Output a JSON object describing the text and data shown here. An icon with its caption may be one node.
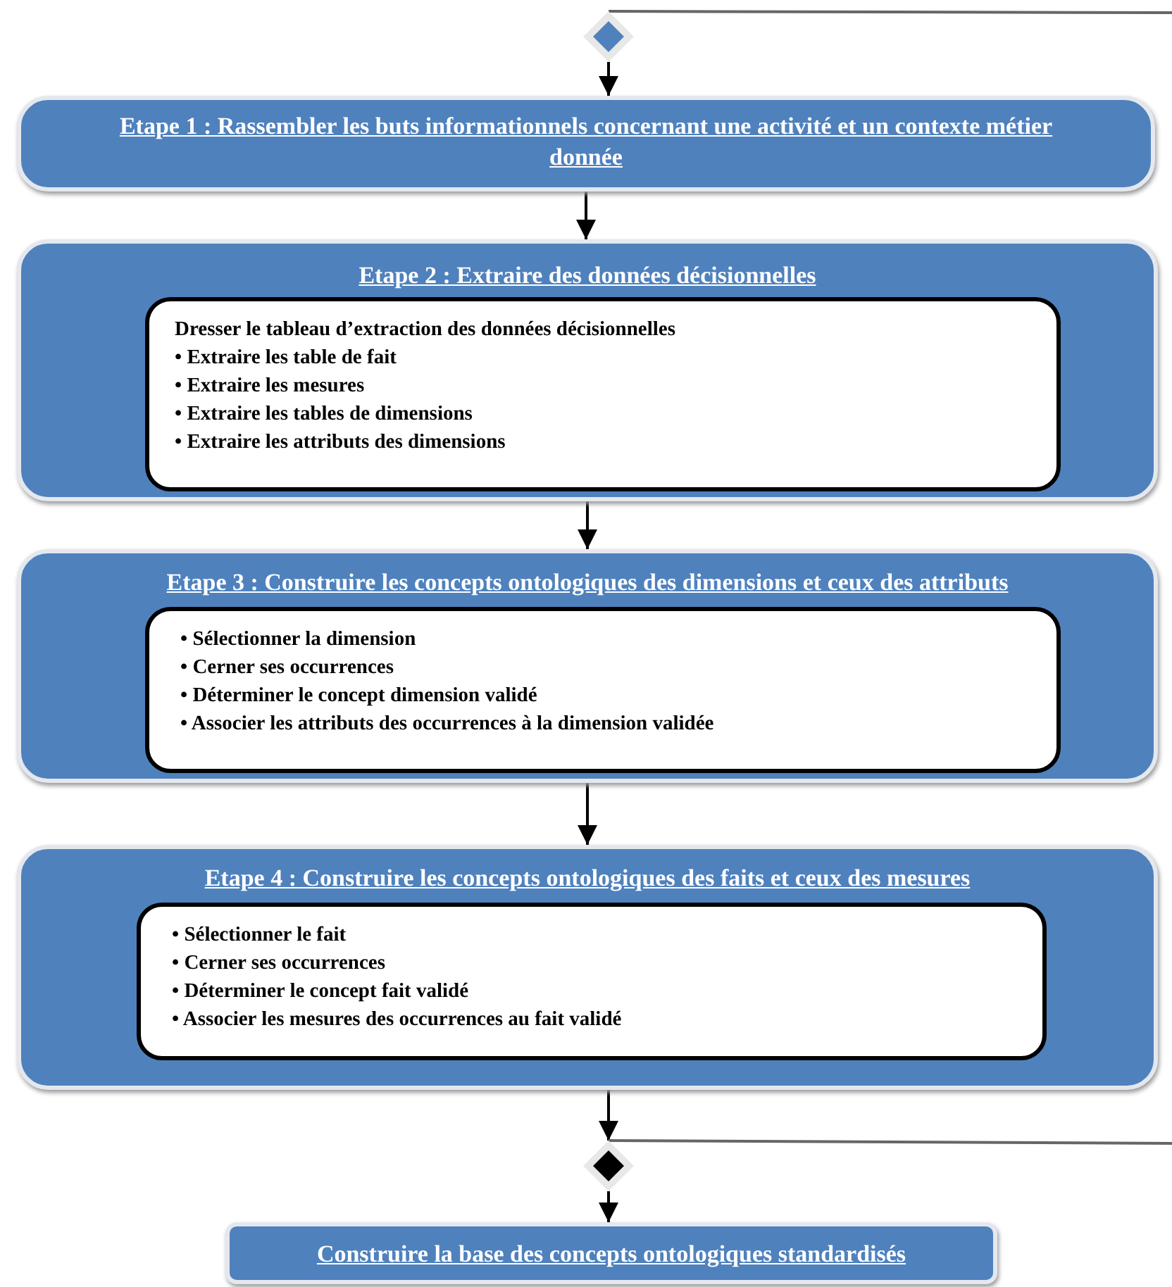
{
  "diagram": {
    "nodes": [
      {
        "text": [],
        "shape": "diamond"
      },
      {
        "text": [
          "Etape 1 : Rassembler les buts informationnels concernant une activité et un contexte métier donnée"
        ]
      },
      {
        "text": [
          "Etape 2 : Extraire des données décisionnelles"
        ]
      },
      {
        "text": [
          "Dresser le tableau d’extraction des données décisionnelles",
          "• Extraire les table de fait",
          "• Extraire les mesures",
          "• Extraire les tables de dimensions",
          "• Extraire les attributs des dimensions"
        ],
        "in": 2
      },
      {
        "text": [
          "Etape 3 : Construire les concepts ontologiques des dimensions et ceux des attributs"
        ]
      },
      {
        "text": [
          "• Sélectionner la dimension",
          "• Cerner ses occurrences",
          "• Déterminer le concept dimension validé",
          "• Associer les attributs des occurrences à la dimension validée"
        ],
        "in": 4
      },
      {
        "text": [
          "Etape 4 : Construire les concepts ontologiques des faits et ceux des mesures"
        ]
      },
      {
        "text": [
          "• Sélectionner le fait",
          "• Cerner ses occurrences",
          "• Déterminer le concept fait validé",
          "• Associer les mesures des occurrences au fait validé"
        ],
        "in": 6
      },
      {
        "text": [],
        "shape": "diamond"
      },
      {
        "text": [
          "Construire la base des concepts ontologiques standardisés"
        ]
      }
    ],
    "edges": [
      {
        "from": null,
        "to": 0,
        "arrow": "none",
        "color": "#666666"
      },
      {
        "from": 0,
        "to": 1,
        "arrow": "to"
      },
      {
        "from": 1,
        "to": 2,
        "arrow": "to"
      },
      {
        "from": 2,
        "to": 4,
        "arrow": "to"
      },
      {
        "from": 4,
        "to": 6,
        "arrow": "to"
      },
      {
        "from": 6,
        "to": 8,
        "arrow": "to"
      },
      {
        "from": 8,
        "to": null,
        "arrow": "none",
        "color": "#666666"
      },
      {
        "from": 8,
        "to": 9,
        "arrow": "to"
      }
    ]
  }
}
